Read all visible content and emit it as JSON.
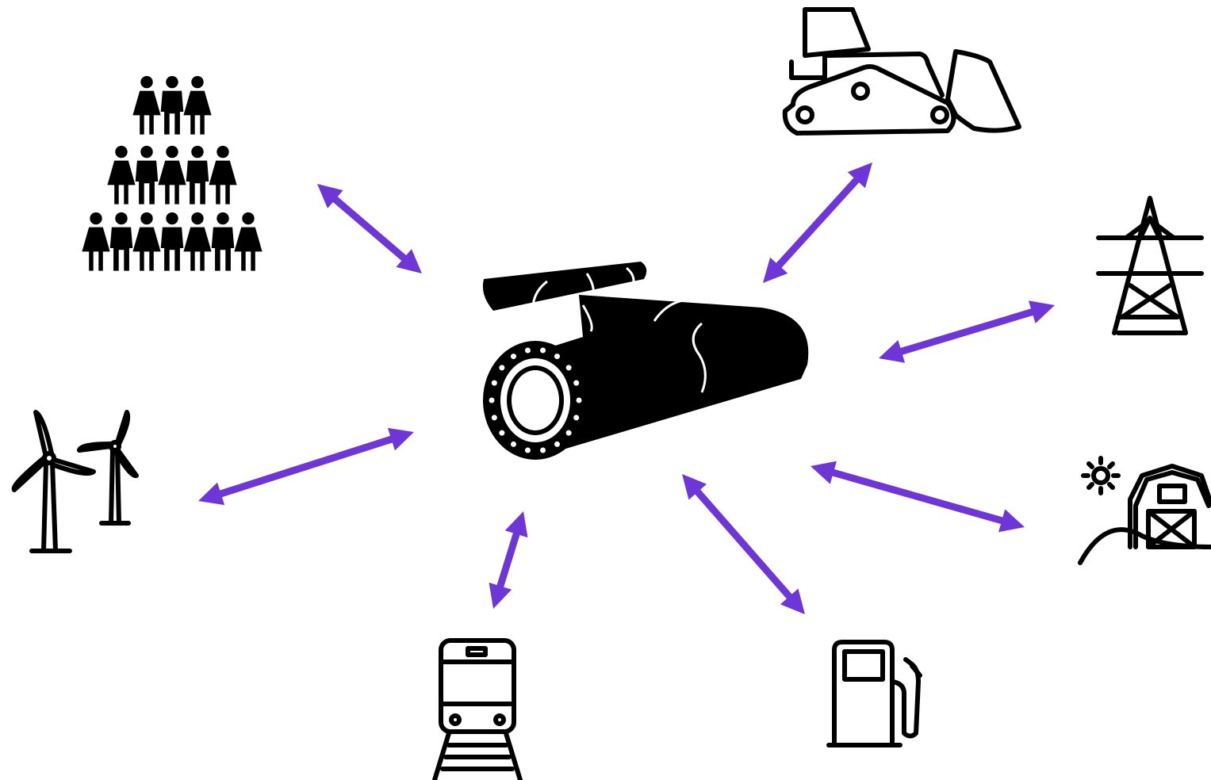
{
  "colors": {
    "arrow": "#6e36d6",
    "icon": "#000000",
    "background": "#ffffff"
  },
  "hub": {
    "icon": "pipeline-icon"
  },
  "nodes": [
    {
      "id": "community",
      "icon": "people-group-icon"
    },
    {
      "id": "construction",
      "icon": "bulldozer-icon"
    },
    {
      "id": "power-grid",
      "icon": "transmission-tower-icon"
    },
    {
      "id": "agriculture",
      "icon": "farm-barn-icon"
    },
    {
      "id": "fuel",
      "icon": "fuel-pump-icon"
    },
    {
      "id": "rail",
      "icon": "train-icon"
    },
    {
      "id": "wind-energy",
      "icon": "wind-turbine-icon"
    }
  ],
  "connections": [
    {
      "from": "pipeline",
      "to": "community",
      "bidirectional": true
    },
    {
      "from": "pipeline",
      "to": "construction",
      "bidirectional": true
    },
    {
      "from": "pipeline",
      "to": "power-grid",
      "bidirectional": true
    },
    {
      "from": "pipeline",
      "to": "agriculture",
      "bidirectional": true
    },
    {
      "from": "pipeline",
      "to": "fuel",
      "bidirectional": true
    },
    {
      "from": "pipeline",
      "to": "rail",
      "bidirectional": true
    },
    {
      "from": "pipeline",
      "to": "wind-energy",
      "bidirectional": true
    }
  ]
}
